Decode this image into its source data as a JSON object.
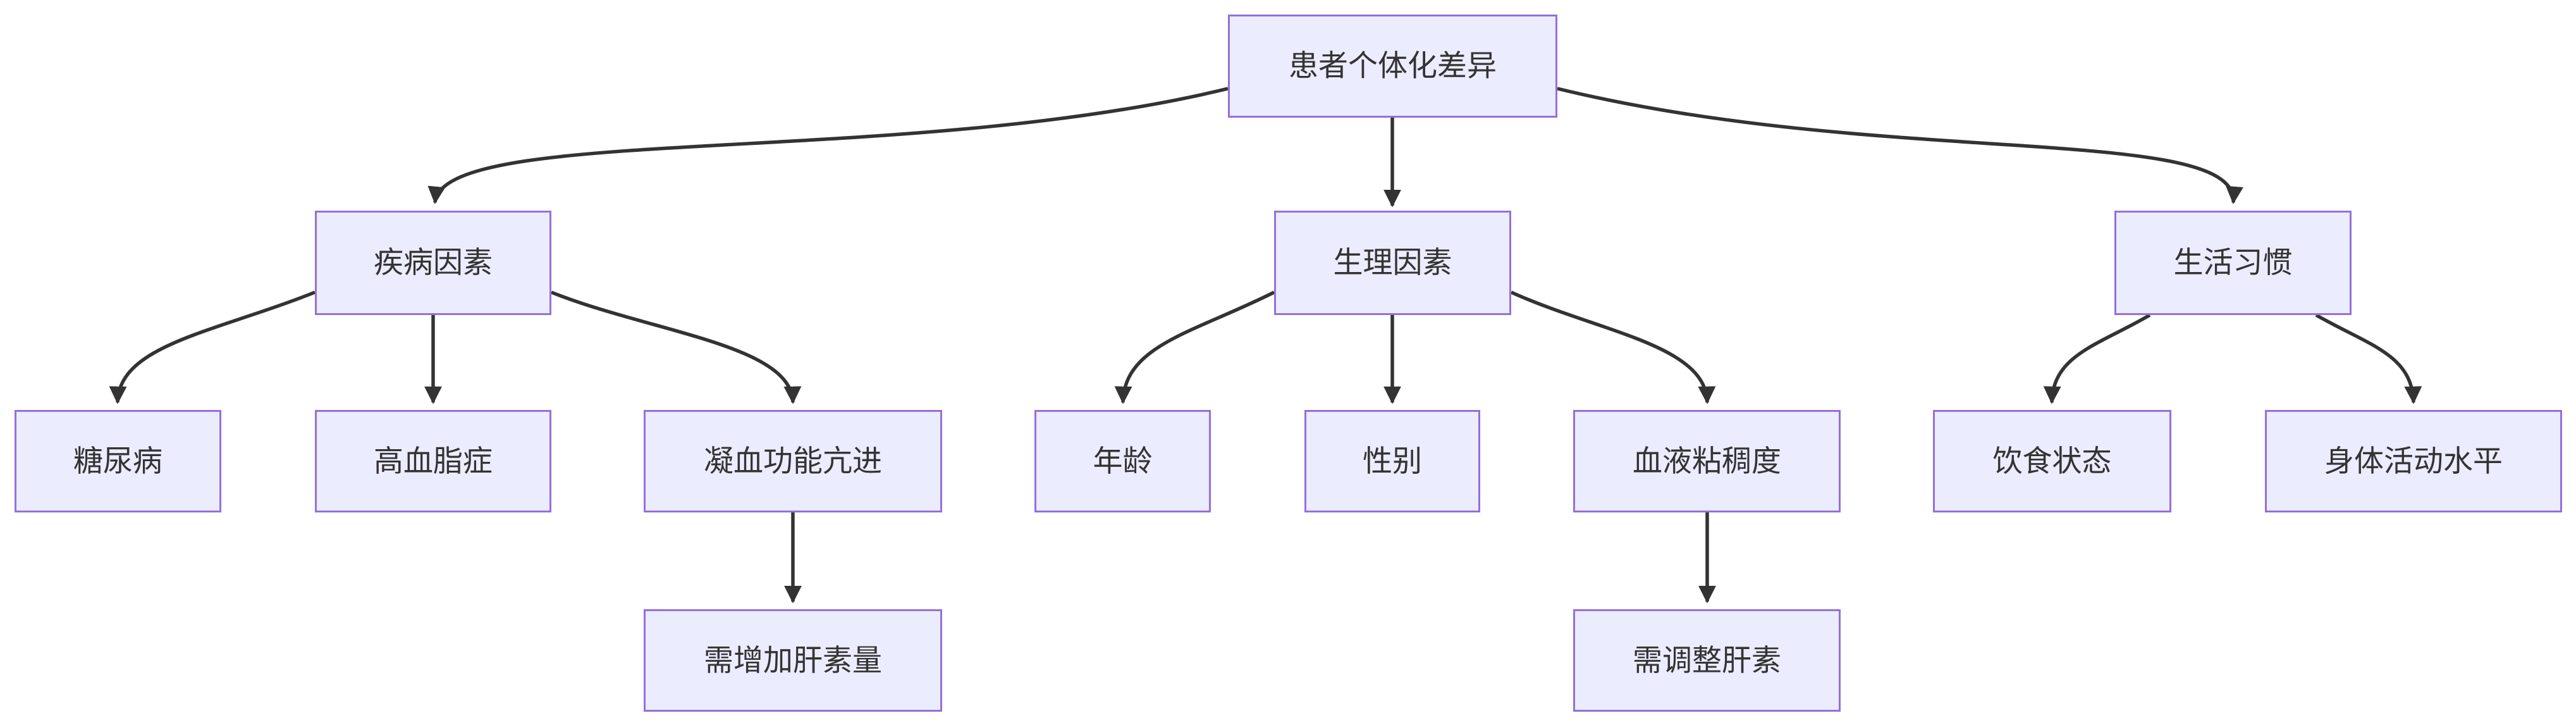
{
  "diagram": {
    "type": "flowchart",
    "direction": "top-down",
    "colors": {
      "node_fill": "#ECECFF",
      "node_border": "#9370DB",
      "edge_line": "#333333",
      "text": "#333333",
      "background": "#ffffff"
    },
    "nodes": {
      "patient_root": {
        "label": "患者个体化差异"
      },
      "disease_factors": {
        "label": "疾病因素"
      },
      "physiological_factors": {
        "label": "生理因素"
      },
      "lifestyle_habits": {
        "label": "生活习惯"
      },
      "diabetes": {
        "label": "糖尿病"
      },
      "hyperlipidemia": {
        "label": "高血脂症"
      },
      "hypercoagulability": {
        "label": "凝血功能亢进"
      },
      "increase_heparin": {
        "label": "需增加肝素量"
      },
      "age": {
        "label": "年龄"
      },
      "gender": {
        "label": "性别"
      },
      "blood_viscosity": {
        "label": "血液粘稠度"
      },
      "adjust_heparin": {
        "label": "需调整肝素"
      },
      "diet_status": {
        "label": "饮食状态"
      },
      "physical_activity": {
        "label": "身体活动水平"
      }
    },
    "edges": [
      {
        "from": "患者个体化差异",
        "to": "疾病因素"
      },
      {
        "from": "患者个体化差异",
        "to": "生理因素"
      },
      {
        "from": "患者个体化差异",
        "to": "生活习惯"
      },
      {
        "from": "疾病因素",
        "to": "糖尿病"
      },
      {
        "from": "疾病因素",
        "to": "高血脂症"
      },
      {
        "from": "疾病因素",
        "to": "凝血功能亢进"
      },
      {
        "from": "凝血功能亢进",
        "to": "需增加肝素量"
      },
      {
        "from": "生理因素",
        "to": "年龄"
      },
      {
        "from": "生理因素",
        "to": "性别"
      },
      {
        "from": "生理因素",
        "to": "血液粘稠度"
      },
      {
        "from": "血液粘稠度",
        "to": "需调整肝素"
      },
      {
        "from": "生活习惯",
        "to": "饮食状态"
      },
      {
        "from": "生活习惯",
        "to": "身体活动水平"
      }
    ]
  }
}
